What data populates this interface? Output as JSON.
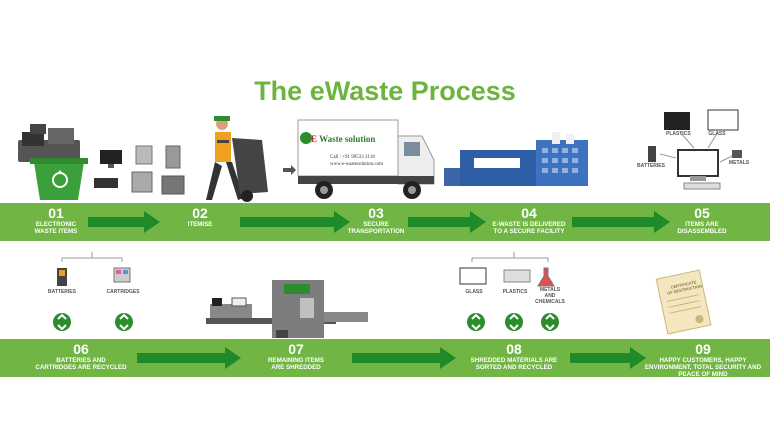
{
  "title": "The eWaste Process",
  "truck": {
    "brand": "E Waste solution",
    "brand_e": "E",
    "brand_rest": " Waste solution",
    "phone": "Call : +91 99533 3118",
    "web": "www.e-wastesolution.com"
  },
  "row1": [
    {
      "num": "01",
      "label": "ELECTRONIC\nWASTE ITEMS"
    },
    {
      "num": "02",
      "label": "ITEMISE"
    },
    {
      "num": "03",
      "label": "SECURE\nTRANSPORTATION"
    },
    {
      "num": "04",
      "label": "E-WASTE IS DELIVERED\nTO A SECURE FACILITY"
    },
    {
      "num": "05",
      "label": "ITEMS ARE\nDISASSEMBLED"
    }
  ],
  "row2": [
    {
      "num": "06",
      "label": "BATTERIES AND\nCARTRIDGES ARE RECYCLED"
    },
    {
      "num": "07",
      "label": "REMAINING ITEMS\nARE SHREDDED"
    },
    {
      "num": "08",
      "label": "SHREDDED MATERIALS ARE\nSORTED AND RECYCLED"
    },
    {
      "num": "09",
      "label": "HAPPY CUSTOMERS, HAPPY\nENVIRONMENT, TOTAL SECURITY AND\nPEACE OF MIND"
    }
  ],
  "captions": {
    "plastics": "PLASTICS",
    "glass": "GLASS",
    "batteries": "BATTERIES",
    "metals": "METALS",
    "batteries2": "BATTERIES",
    "cartridges": "CARTRIDGES",
    "glass2": "GLASS",
    "plastics2": "PLASTICS",
    "metals_chem": "METALS AND\nCHEMICALS"
  },
  "certificate": "CERTIFICATE\nOF DESTRUCTION",
  "colors": {
    "green": "#71b544",
    "dark_green": "#2e8b2e",
    "title_green": "#6db43f"
  }
}
